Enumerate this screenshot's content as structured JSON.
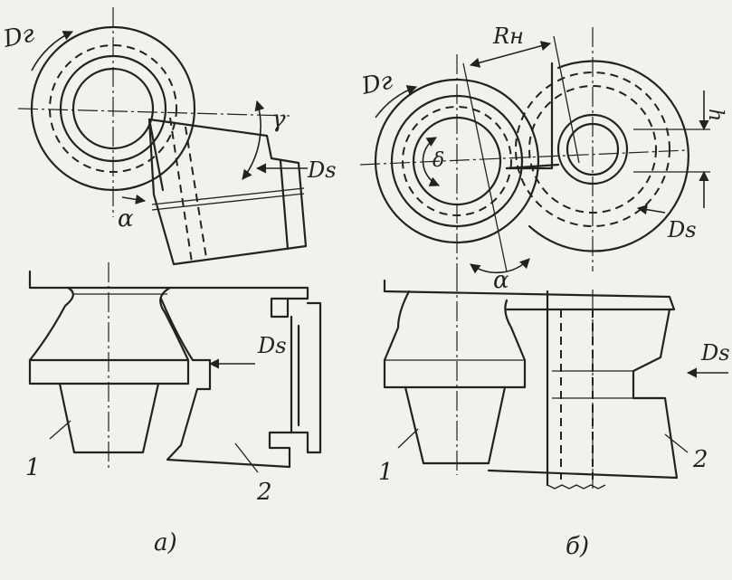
{
  "labels": {
    "dg": "Dг",
    "ds": "Ds",
    "gamma": "γ",
    "alpha": "α",
    "rn": "Rн",
    "h": "h",
    "delta": "δ",
    "part1": "1",
    "part2": "2",
    "caption_a": "а)",
    "caption_b": "б)"
  }
}
